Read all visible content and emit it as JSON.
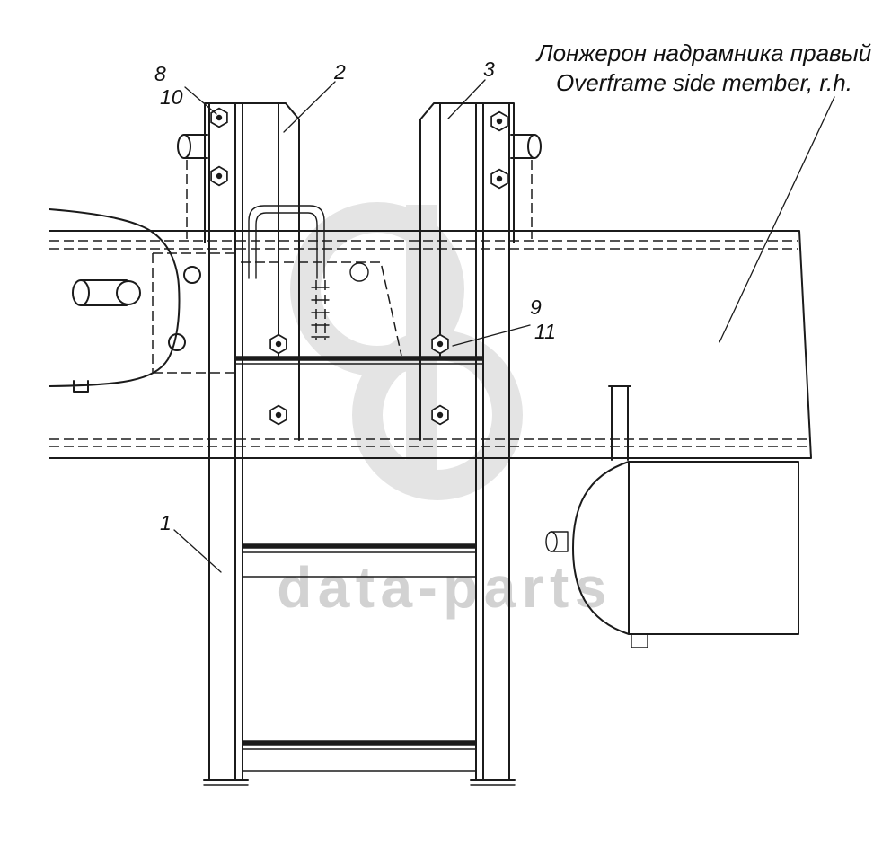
{
  "diagram": {
    "watermark": "data-parts",
    "annotation": {
      "line1": "Лонжерон надрамника правый",
      "line2": "Overframe side member, r.h."
    },
    "callouts": {
      "c8": "8",
      "c10": "10",
      "c2": "2",
      "c3": "3",
      "c9": "9",
      "c11": "11",
      "c1": "1"
    }
  }
}
